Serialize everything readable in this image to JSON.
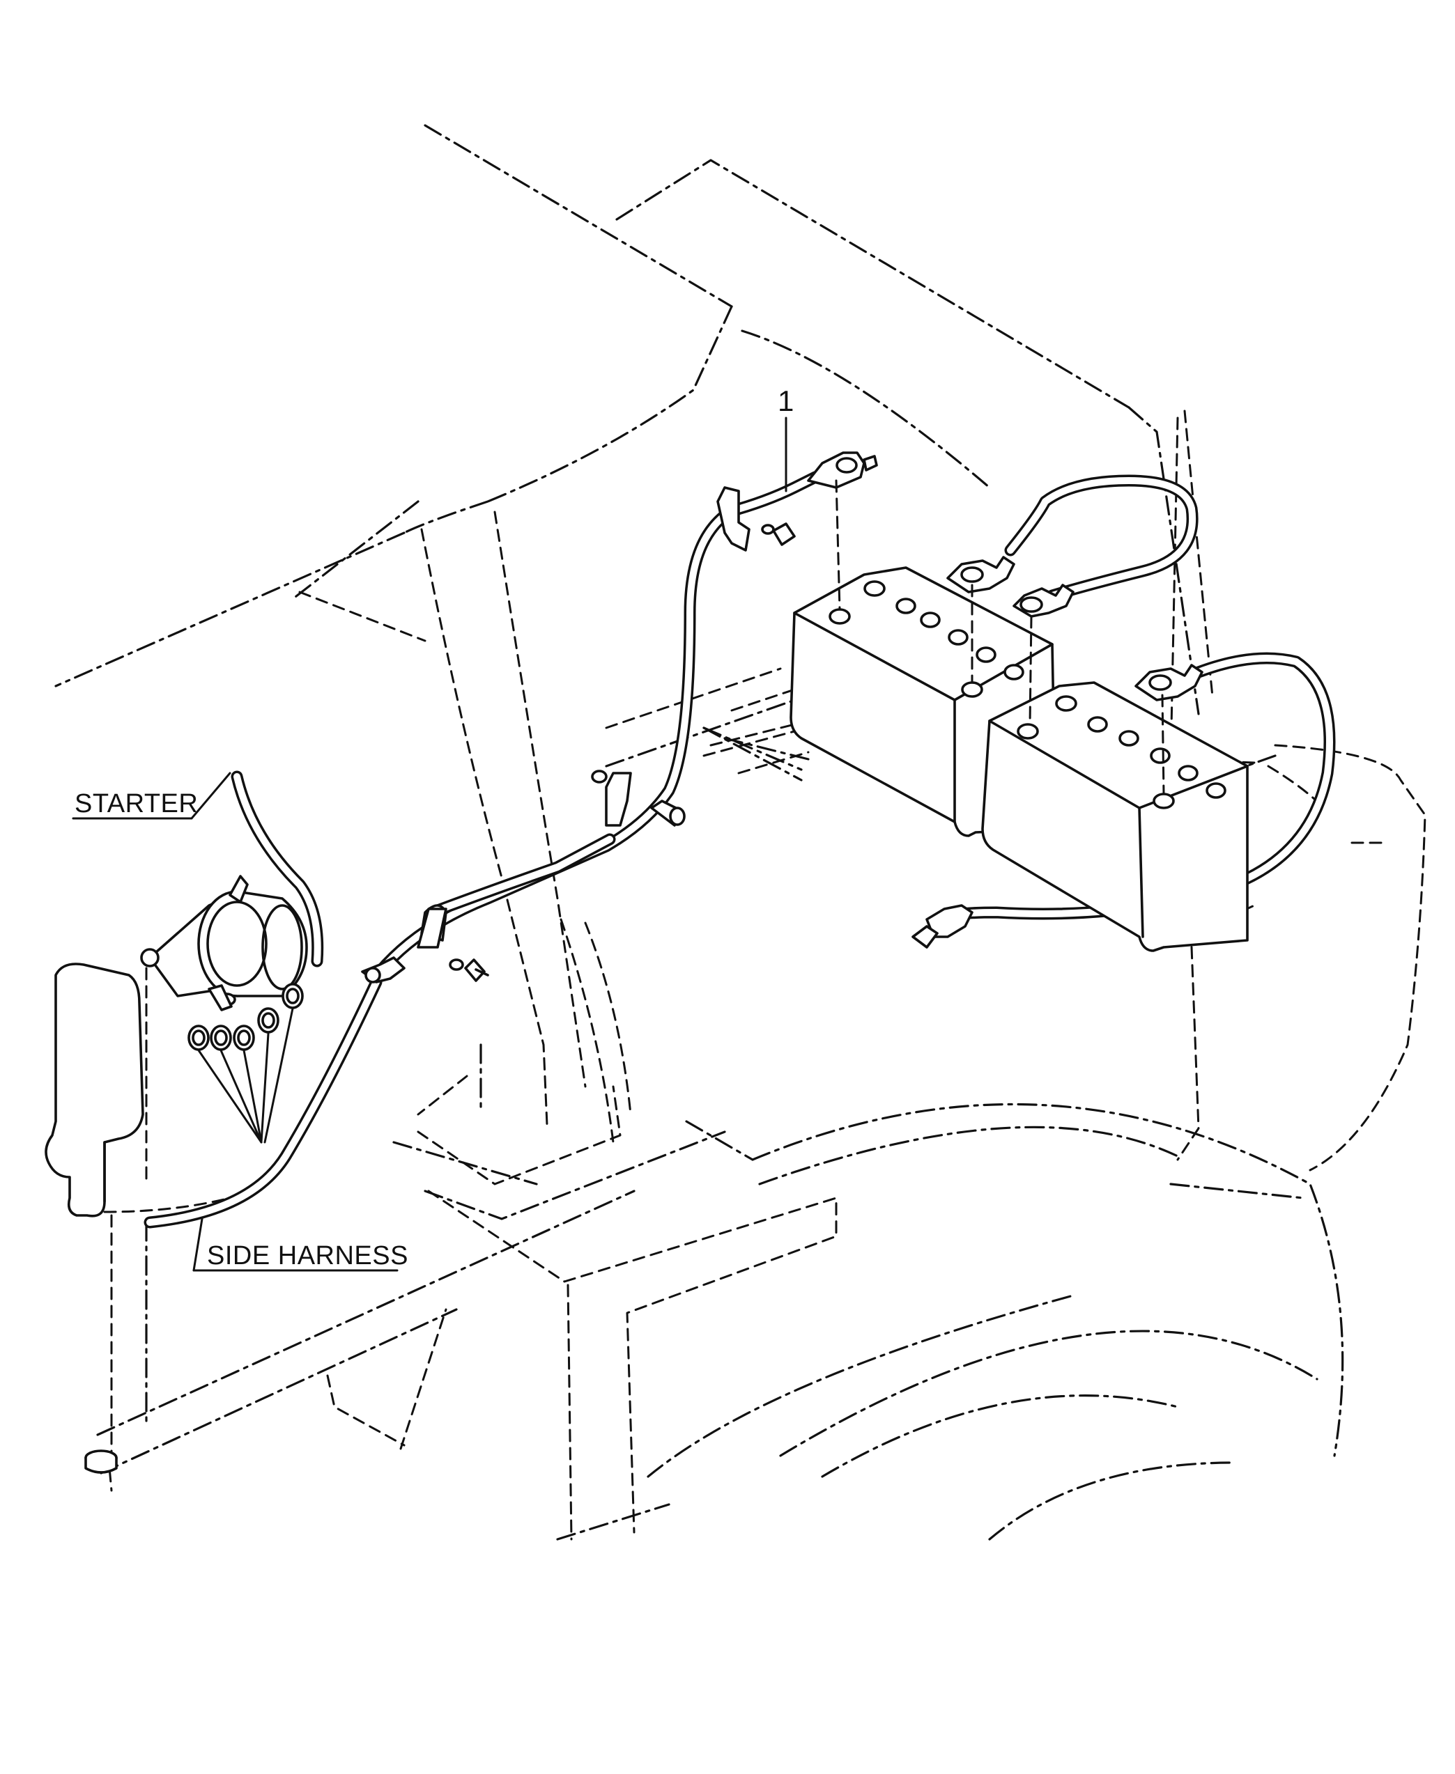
{
  "diagram": {
    "callouts": {
      "starter": "STARTER",
      "side_harness": "SIDE HARNESS",
      "item_1": "1"
    }
  }
}
